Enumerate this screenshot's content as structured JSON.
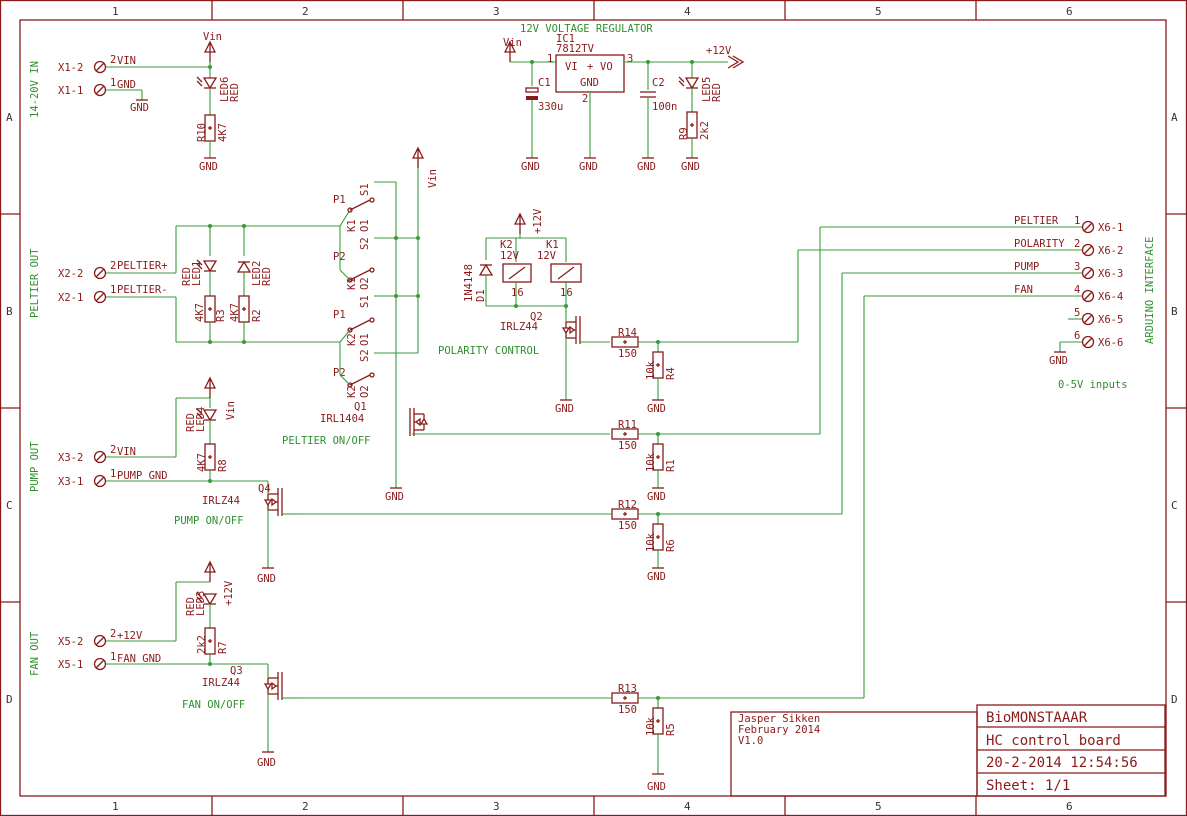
{
  "frame": {
    "columns": [
      "1",
      "2",
      "3",
      "4",
      "5",
      "6"
    ],
    "rows": [
      "A",
      "B",
      "C",
      "D"
    ]
  },
  "connectors": {
    "x1": {
      "title": "14-20V IN",
      "pin2": "X1-2",
      "pin1": "X1-1",
      "net2": "VIN",
      "net1": "GND",
      "gnd": "GND"
    },
    "x2": {
      "title": "PELTIER OUT",
      "pin2": "X2-2",
      "pin1": "X2-1",
      "net2": "PELTIER+",
      "net1": "PELTIER-"
    },
    "x3": {
      "title": "PUMP OUT",
      "pin2": "X3-2",
      "pin1": "X3-1",
      "net2": "VIN",
      "net1": "PUMP_GND"
    },
    "x5": {
      "title": "FAN OUT",
      "pin2": "X5-2",
      "pin1": "X5-1",
      "net2": "+12V",
      "net1": "FAN_GND"
    },
    "x6": {
      "title": "ARDUINO INTERFACE",
      "note": "0-5V inputs",
      "gnd": "GND",
      "pins": [
        {
          "label": "X6-1",
          "net": "PELTIER",
          "num": "1"
        },
        {
          "label": "X6-2",
          "net": "POLARITY",
          "num": "2"
        },
        {
          "label": "X6-3",
          "net": "PUMP",
          "num": "3"
        },
        {
          "label": "X6-4",
          "net": "FAN",
          "num": "4"
        },
        {
          "label": "X6-5",
          "net": "",
          "num": "5"
        },
        {
          "label": "X6-6",
          "net": "",
          "num": "6"
        }
      ]
    }
  },
  "regulator": {
    "title": "12V VOLTAGE REGULATOR",
    "ic_name": "IC1",
    "ic_value": "7812TV",
    "vi": "VI",
    "plus": "+",
    "vo": "VO",
    "gnd_pin": "GND",
    "pin1": "1",
    "pin2": "2",
    "pin3": "3",
    "c1_name": "C1",
    "c1_value": "330u",
    "c2_name": "C2",
    "c2_value": "100n",
    "out_label": "+12V",
    "vin_label": "Vin"
  },
  "leds": {
    "led6": {
      "name": "LED6",
      "color": "RED"
    },
    "led5": {
      "name": "LED5",
      "color": "RED"
    },
    "led1": {
      "name": "LED1",
      "color": "RED"
    },
    "led2": {
      "name": "LED2",
      "color": "RED"
    },
    "led4": {
      "name": "LED4",
      "color": "RED"
    },
    "led3": {
      "name": "LED3",
      "color": "RED"
    }
  },
  "resistors": {
    "r10": {
      "name": "R10",
      "value": "4K7"
    },
    "r9": {
      "name": "R9",
      "value": "2k2"
    },
    "r3": {
      "name": "R3",
      "value": "4K7"
    },
    "r2": {
      "name": "R2",
      "value": "4K7"
    },
    "r8": {
      "name": "R8",
      "value": "4K7"
    },
    "r7": {
      "name": "R7",
      "value": "2k2"
    },
    "r14": {
      "name": "R14",
      "value": "150"
    },
    "r11": {
      "name": "R11",
      "value": "150"
    },
    "r12": {
      "name": "R12",
      "value": "150"
    },
    "r13": {
      "name": "R13",
      "value": "150"
    },
    "r4": {
      "name": "R4",
      "value": "10k"
    },
    "r1": {
      "name": "R1",
      "value": "10k"
    },
    "r6": {
      "name": "R6",
      "value": "10k"
    },
    "r5": {
      "name": "R5",
      "value": "10k"
    }
  },
  "relays": {
    "k1": {
      "name": "K1",
      "value": "12V"
    },
    "k2": {
      "name": "K2",
      "value": "12V"
    },
    "p1": "P1",
    "p2": "P2",
    "s1": "S1",
    "s2": "S2",
    "o1": "O1",
    "o2": "O2",
    "coil_pin": "16",
    "diode_name": "D1",
    "diode_value": "1N4148"
  },
  "transistors": {
    "q1": {
      "name": "Q1",
      "value": "IRL1404",
      "caption": "PELTIER ON/OFF"
    },
    "q2": {
      "name": "Q2",
      "value": "IRLZ44",
      "caption": "POLARITY CONTROL"
    },
    "q4": {
      "name": "Q4",
      "value": "IRLZ44",
      "caption": "PUMP ON/OFF"
    },
    "q3": {
      "name": "Q3",
      "value": "IRLZ44",
      "caption": "FAN ON/OFF"
    }
  },
  "supplies": {
    "gnd": "GND",
    "vin": "Vin",
    "v12": "+12V"
  },
  "author": {
    "name": "Jasper Sikken",
    "date": "February 2014",
    "version": "V1.0"
  },
  "titleblock": {
    "project": "BioMONSTAAAR",
    "board": "HC control board",
    "datetime": "20-2-2014 12:54:56",
    "sheet": "Sheet: 1/1"
  }
}
